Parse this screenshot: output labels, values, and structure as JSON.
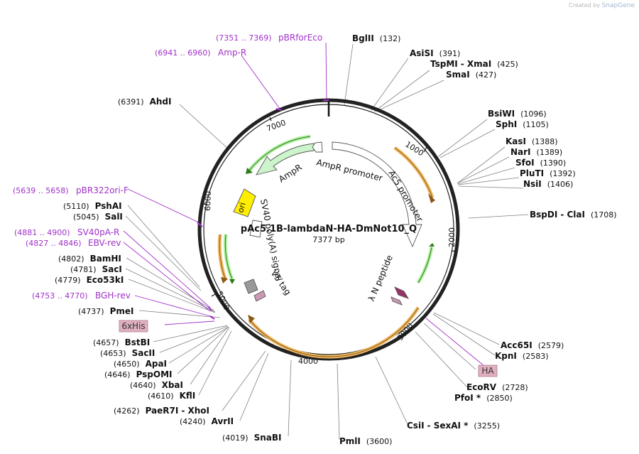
{
  "credit": {
    "prefix": "Created by",
    "brand": "SnapGene"
  },
  "plasmid": {
    "name": "pAc5.1B-lambdaN-HA-DmNot10_Q",
    "length": "7377 bp"
  },
  "ticks": [
    "1000",
    "2000",
    "3000",
    "4000",
    "5000",
    "6000",
    "7000"
  ],
  "features": [
    {
      "id": "ampr",
      "label": "AmpR",
      "color": "#ccf5cc"
    },
    {
      "id": "ampr-promoter",
      "label": "AmpR promoter",
      "color": "#ffffff"
    },
    {
      "id": "ac5",
      "label": "Ac5 promoter",
      "color": "#ffffff"
    },
    {
      "id": "ori",
      "label": "ori",
      "color": "#ffee00"
    },
    {
      "id": "sv40",
      "label": "SV40 poly(A) signal",
      "color": "#ffffff"
    },
    {
      "id": "v5",
      "label": "V5 tag",
      "color": "#cc99b2"
    },
    {
      "id": "lambda",
      "label": "λ N peptide",
      "color": "#993366"
    }
  ],
  "sites": [
    {
      "label": "BglII",
      "pos": "(132)",
      "bold": true
    },
    {
      "label": "AsiSI",
      "pos": "(391)"
    },
    {
      "label": "TspMI",
      "extra": "- XmaI",
      "pos": "(425)"
    },
    {
      "label": "SmaI",
      "pos": "(427)"
    },
    {
      "label": "BsiWI",
      "pos": "(1096)"
    },
    {
      "label": "SphI",
      "pos": "(1105)"
    },
    {
      "label": "KasI",
      "pos": "(1388)"
    },
    {
      "label": "NarI",
      "pos": "(1389)"
    },
    {
      "label": "SfoI",
      "pos": "(1390)"
    },
    {
      "label": "PluTI",
      "pos": "(1392)"
    },
    {
      "label": "NsiI",
      "pos": "(1406)"
    },
    {
      "label": "BspDI",
      "extra": "- ClaI",
      "pos": "(1708)"
    },
    {
      "label": "Acc65I",
      "pos": "(2579)"
    },
    {
      "label": "KpnI",
      "pos": "(2583)"
    },
    {
      "label": "EcoRV",
      "pos": "(2728)"
    },
    {
      "label": "PfoI *",
      "pos": "(2850)"
    },
    {
      "label": "CsiI",
      "extra": "- SexAI *",
      "pos": "(3255)"
    },
    {
      "label": "PmlI",
      "pos": "(3600)"
    },
    {
      "label": "SnaBI",
      "pos": "(4019)"
    },
    {
      "label": "AvrII",
      "pos": "(4240)"
    },
    {
      "label": "PaeR7I",
      "extra": "- XhoI",
      "pos": "(4262)"
    },
    {
      "label": "KflI",
      "pos": "(4610)"
    },
    {
      "label": "XbaI",
      "pos": "(4640)"
    },
    {
      "label": "PspOMI",
      "pos": "(4646)"
    },
    {
      "label": "ApaI",
      "pos": "(4650)"
    },
    {
      "label": "SacII",
      "pos": "(4653)"
    },
    {
      "label": "BstBI",
      "pos": "(4657)"
    },
    {
      "label": "PmeI",
      "pos": "(4737)"
    },
    {
      "label": "Eco53kI",
      "pos": "(4779)"
    },
    {
      "label": "SacI",
      "pos": "(4781)"
    },
    {
      "label": "BamHI",
      "pos": "(4802)"
    },
    {
      "label": "SalI",
      "pos": "(5045)"
    },
    {
      "label": "PshAI",
      "pos": "(5110)"
    },
    {
      "label": "AhdI",
      "pos": "(6391)"
    }
  ],
  "primers": [
    {
      "label": "pBRforEco",
      "pos": "(7351 .. 7369)"
    },
    {
      "label": "Amp-R",
      "pos": "(6941 .. 6960)"
    },
    {
      "label": "pBR322ori-F",
      "pos": "(5639 .. 5658)"
    },
    {
      "label": "SV40pA-R",
      "pos": "(4881 .. 4900)"
    },
    {
      "label": "EBV-rev",
      "pos": "(4827 .. 4846)"
    },
    {
      "label": "BGH-rev",
      "pos": "(4753 .. 4770)"
    }
  ],
  "tags": [
    {
      "label": "6xHis"
    },
    {
      "label": "HA"
    }
  ],
  "colors": {
    "primer": "#a030c8",
    "orf": "#e8a030",
    "ampArrow": "#44aa22",
    "tagBox": "#e0b0c0",
    "ring": "#222222"
  }
}
